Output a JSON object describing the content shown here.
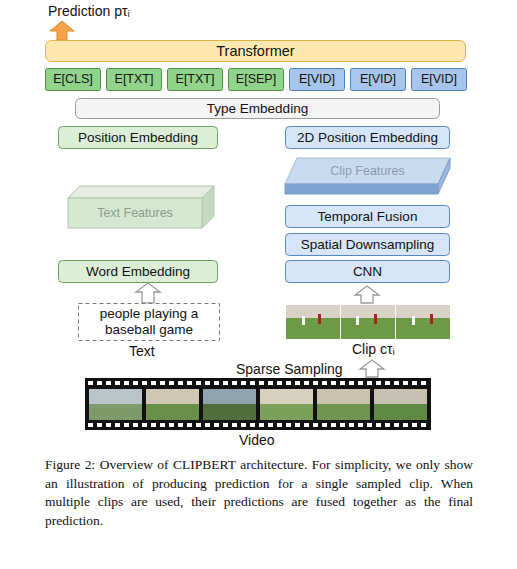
{
  "diagram": {
    "caption": "Figure 2: Overview of CLIPBERT architecture. For simplicity, we only show an illustration of producing prediction for a single sampled clip. When multiple clips are used, their predictions are fused together as the final prediction.",
    "nodes": [
      {
        "text": [
          "Transformer"
        ]
      },
      {
        "text": [
          "E[CLS]"
        ]
      },
      {
        "text": [
          "E[TXT]"
        ]
      },
      {
        "text": [
          "E[TXT]"
        ]
      },
      {
        "text": [
          "E[SEP]"
        ]
      },
      {
        "text": [
          "E[VID]"
        ]
      },
      {
        "text": [
          "E[VID]"
        ]
      },
      {
        "text": [
          "E[VID]"
        ]
      },
      {
        "text": [
          "Type Embedding"
        ]
      },
      {
        "text": [
          "Position Embedding"
        ]
      },
      {
        "text": [
          "2D Position Embedding"
        ]
      },
      {
        "text": [
          "Clip Features"
        ]
      },
      {
        "text": [
          "Text Features"
        ]
      },
      {
        "text": [
          "Temporal Fusion"
        ]
      },
      {
        "text": [
          "Spatial Downsampling"
        ]
      },
      {
        "text": [
          "Word Embedding"
        ]
      },
      {
        "text": [
          "CNN"
        ]
      },
      {
        "text": [
          "people playing a baseball game"
        ]
      }
    ],
    "edges": [
      {
        "from": 17,
        "to": 15,
        "arrow": "to"
      }
    ],
    "labels": [
      "Prediction pτᵢ",
      "Text",
      "Clip cτᵢ",
      "Sparse Sampling",
      "Video"
    ]
  }
}
